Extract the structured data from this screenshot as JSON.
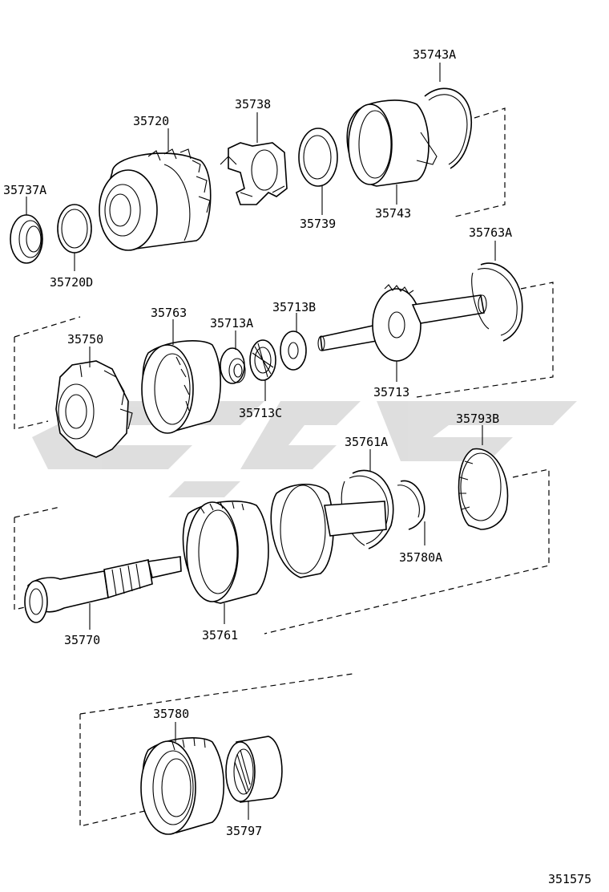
{
  "diagram": {
    "parts": [
      {
        "id": "p35743A",
        "label": "35743A"
      },
      {
        "id": "p35738",
        "label": "35738"
      },
      {
        "id": "p35720",
        "label": "35720"
      },
      {
        "id": "p35737A",
        "label": "35737A"
      },
      {
        "id": "p35739",
        "label": "35739"
      },
      {
        "id": "p35743",
        "label": "35743"
      },
      {
        "id": "p35720D",
        "label": "35720D"
      },
      {
        "id": "p35763A",
        "label": "35763A"
      },
      {
        "id": "p35713B",
        "label": "35713B"
      },
      {
        "id": "p35763",
        "label": "35763"
      },
      {
        "id": "p35713A",
        "label": "35713A"
      },
      {
        "id": "p35750",
        "label": "35750"
      },
      {
        "id": "p35713",
        "label": "35713"
      },
      {
        "id": "p35713C",
        "label": "35713C"
      },
      {
        "id": "p35793B",
        "label": "35793B"
      },
      {
        "id": "p35761A",
        "label": "35761A"
      },
      {
        "id": "p35780A",
        "label": "35780A"
      },
      {
        "id": "p35770",
        "label": "35770"
      },
      {
        "id": "p35761",
        "label": "35761"
      },
      {
        "id": "p35780",
        "label": "35780"
      },
      {
        "id": "p35797",
        "label": "35797"
      }
    ],
    "figure_number": "351575"
  }
}
